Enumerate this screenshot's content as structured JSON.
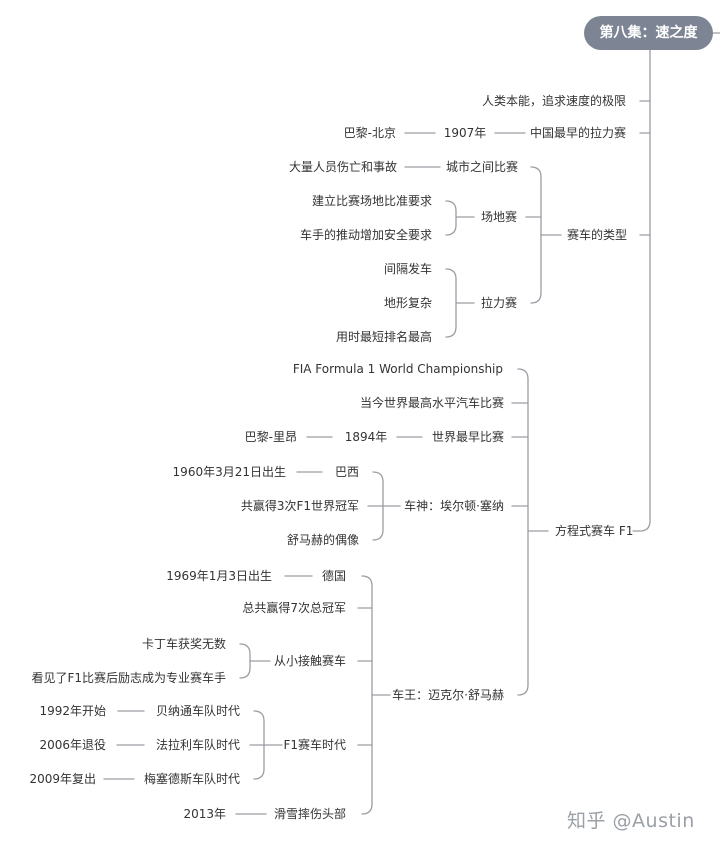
{
  "colors": {
    "line": "#9c9ca4",
    "root_bg": "#7d8594",
    "text": "#333333",
    "watermark": "#9aa0a6"
  },
  "root": "第八集：速之度",
  "watermark": "知乎 @Austin",
  "nodes": {
    "n1": "人类本能，追求速度的极限",
    "n2": "中国最早的拉力赛",
    "n2a": "1907年",
    "n2b": "巴黎-北京",
    "types": "赛车的类型",
    "city": "城市之间比赛",
    "city_a": "大量人员伤亡和事故",
    "track": "场地赛",
    "track_a": "建立比赛场地比准要求",
    "track_b": "车手的推动增加安全要求",
    "rally": "拉力赛",
    "rally_a": "间隔发车",
    "rally_b": "地形复杂",
    "rally_c": "用时最短排名最高",
    "f1": "方程式赛车 F1",
    "f1_a": "FIA Formula 1 World Championship",
    "f1_b": "当今世界最高水平汽车比赛",
    "f1_c": "世界最早比赛",
    "f1_c1": "1894年",
    "f1_c2": "巴黎-里昂",
    "senna": "车神：埃尔顿·塞纳",
    "senna_a": "巴西",
    "senna_a1": "1960年3月21日出生",
    "senna_b": "共赢得3次F1世界冠军",
    "senna_c": "舒马赫的偶像",
    "schu": "车王：迈克尔·舒马赫",
    "schu_a": "德国",
    "schu_a1": "1969年1月3日出生",
    "schu_b": "总共赢得7次总冠军",
    "schu_c": "从小接触赛车",
    "schu_c1": "卡丁车获奖无数",
    "schu_c2": "看见了F1比赛后励志成为专业赛车手",
    "schu_d": "F1赛车时代",
    "schu_d1": "贝纳通车队时代",
    "schu_d1a": "1992年开始",
    "schu_d2": "法拉利车队时代",
    "schu_d2a": "2006年退役",
    "schu_d3": "梅塞德斯车队时代",
    "schu_d3a": "2009年复出",
    "schu_e": "滑雪摔伤头部",
    "schu_e1": "2013年"
  }
}
